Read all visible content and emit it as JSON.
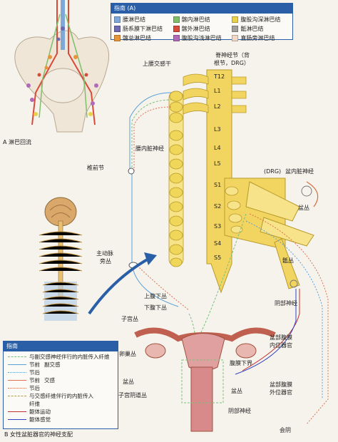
{
  "legend_a": {
    "title": "指南 (A)",
    "items": [
      {
        "label": "腰淋巴结",
        "color": "#7fa8d8"
      },
      {
        "label": "髂内淋巴结",
        "color": "#7fbf6a"
      },
      {
        "label": "腹股沟深淋巴结",
        "color": "#e8d24a"
      },
      {
        "label": "肠系膜下淋巴结",
        "color": "#6e6ab0"
      },
      {
        "label": "髂外淋巴结",
        "color": "#d84a3a"
      },
      {
        "label": "骶淋巴结",
        "color": "#a0a0a0"
      },
      {
        "label": "髂总淋巴结",
        "color": "#e8953a"
      },
      {
        "label": "腹股沟浅淋巴结",
        "color": "#b06ab8"
      },
      {
        "label": "直肠旁淋巴结",
        "color": "#f0d8c8"
      }
    ]
  },
  "legend_b": {
    "title": "指南",
    "rows": [
      {
        "label": "与副交感神经伴行的内脏传入纤维",
        "color": "#7cc07c",
        "style": "dashed"
      },
      {
        "label": "节前",
        "color": "#5aa0d8",
        "style": "solid",
        "group": "副交感"
      },
      {
        "label": "节后",
        "color": "#5aa0d8",
        "style": "dotted"
      },
      {
        "label": "节前",
        "color": "#e07050",
        "style": "solid",
        "group": "交感"
      },
      {
        "label": "节后",
        "color": "#e07050",
        "style": "dotted"
      },
      {
        "label": "与交感纤维伴行的内脏传入",
        "color": "#b0a040",
        "style": "dashed"
      },
      {
        "label": "纤维",
        "color": "",
        "style": "none"
      },
      {
        "label": "躯体运动",
        "color": "#c03030",
        "style": "solid"
      },
      {
        "label": "躯体感觉",
        "color": "#3040c0",
        "style": "solid"
      }
    ]
  },
  "labels": {
    "lymph_flow": "A 淋巴回流",
    "upper_lumbar_trunk": "上腰交感干",
    "spinal_ganglion": "脊神经节（背",
    "spinal_ganglion2": "根节，DRG）",
    "lumbar_splanchnic": "腰内脏神经",
    "prevertebral": "椎前节",
    "aortic_plexus": "主动脉",
    "aortic_plexus2": "旁丛",
    "superior_hypogastric": "上腹下丛",
    "inferior_hypogastric": "下腹下丛",
    "uterine_plexus": "子宫丛",
    "ovarian_plexus": "卵巢丛",
    "pelvic_plexus": "盆丛",
    "uterovaginal_plexus": "子宫阴道丛",
    "drg_pelvic": "(DRG)",
    "pelvic_splanchnic": "盆内脏神经",
    "pelvic_plexus_r": "盆丛",
    "sacral_plexus": "骶丛",
    "pudendal_nerve": "阴部神经",
    "pelvic_peritoneum_upper": "盆部腹膜",
    "pelvic_peritoneum_upper2": "内位器官",
    "peritoneal_line": "腹膜下界",
    "pelvic_peritoneum_lower": "盆部腹膜",
    "pelvic_peritoneum_lower2": "外位器官",
    "pelvic_plexus_low": "盆丛",
    "pudendal_nerve_low": "阴部神经",
    "perineum": "会阴",
    "caption": "B 女性盆脏器官的神经支配",
    "vertebrae": [
      "T12",
      "L1",
      "L2",
      "L3",
      "L4",
      "L5",
      "S1",
      "S2",
      "S3",
      "S4",
      "S5"
    ],
    "parasym_group": "副交感",
    "sym_group": "交感"
  }
}
